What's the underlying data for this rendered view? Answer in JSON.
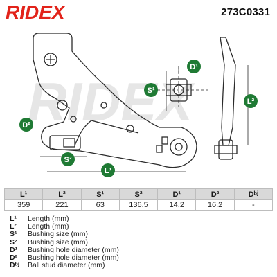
{
  "header": {
    "brand": "RIDEX",
    "part_number": "273C0331"
  },
  "drawing": {
    "watermark": "RIDEX",
    "labels": {
      "d1": "D¹",
      "d2": "D²",
      "s1": "S¹",
      "s2": "S²",
      "l1": "L¹",
      "l2": "L²"
    }
  },
  "specs": {
    "headers": [
      "L¹",
      "L²",
      "S¹",
      "S²",
      "D¹",
      "D²",
      "Dᵇʲ"
    ],
    "values": [
      "359",
      "221",
      "63",
      "136.5",
      "14.2",
      "16.2",
      "-"
    ]
  },
  "legend": [
    {
      "code": "L¹",
      "text": "Length (mm)"
    },
    {
      "code": "L²",
      "text": "Length (mm)"
    },
    {
      "code": "S¹",
      "text": "Bushing size (mm)"
    },
    {
      "code": "S²",
      "text": "Bushing size (mm)"
    },
    {
      "code": "D¹",
      "text": "Bushing hole diameter (mm)"
    },
    {
      "code": "D²",
      "text": "Bushing hole diameter (mm)"
    },
    {
      "code": "Dᵇʲ",
      "text": "Ball stud diameter (mm)"
    }
  ],
  "colors": {
    "brand_red": "#e2231a",
    "badge_green": "#1f7a34",
    "header_gray": "#d9d9d9"
  }
}
